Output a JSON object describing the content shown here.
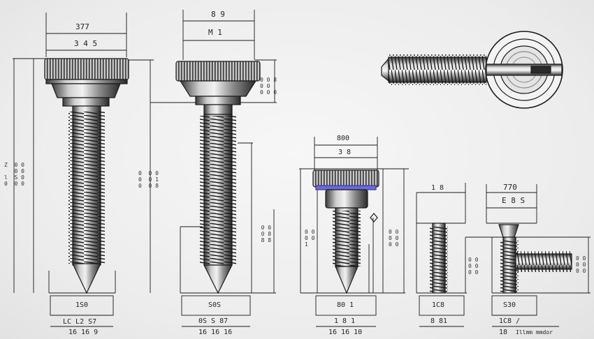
{
  "colors": {
    "line": "#1a1a1a",
    "steel_dark": "#2a2a2a",
    "steel_light": "#d8d8d8",
    "accent_blue": "#5a5ad8"
  },
  "drawing_1": {
    "top_dim_1": "377",
    "top_dim_2": "3 4 5",
    "side_labels": "Z  0 0\n   0 0\nl  S 0\n0  0 0",
    "bottom_box": "1S0",
    "bottom_line_1": "LC L2 S7",
    "bottom_line_2": "16 16 9"
  },
  "drawing_2": {
    "top_dim_1": "8 9",
    "top_dim_2": "M 1",
    "right_labels": "0 0 8\n0 0\n0 0 0",
    "left_labels": "0  0 0\n0  0 1\n0  0 8",
    "mid_labels": "  0 0\n  0 8\n  8 8",
    "bottom_box": "S0S",
    "bottom_line_1": "0S S 87",
    "bottom_line_2": "16 16 16"
  },
  "drawing_3": {
    "top_dim_1": "800",
    "top_dim_2": "3 8",
    "left_labels": "0 0\n0 0\n1",
    "right_labels": "0 0\n0 0\n0 0",
    "bottom_box": "80 1",
    "bottom_line_1": "1 8 1",
    "bottom_line_2": "16 16 10"
  },
  "drawing_4": {
    "top_dim_1": "1 8",
    "bottom_box": "1C8",
    "bottom_line_1": "8 81"
  },
  "drawing_5": {
    "top_dim_1": "770",
    "top_dim_2": "E 8 S",
    "left_labels": "0 0\n0 0\n0 0",
    "right_labels": "0 0\n0 0\n0 0",
    "bottom_box": "S30",
    "bottom_line_1": "1C8  /",
    "bottom_line_2": "18",
    "footnote": "Illmm mmdor"
  }
}
